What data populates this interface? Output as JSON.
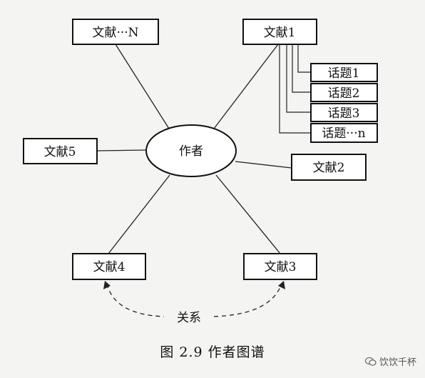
{
  "diagram": {
    "center": "作者",
    "docs": {
      "doc_n": "文献···N",
      "doc1": "文献1",
      "doc2": "文献2",
      "doc3": "文献3",
      "doc4": "文献4",
      "doc5": "文献5"
    },
    "topics": [
      "话题1",
      "话题2",
      "话题3",
      "话题···n"
    ],
    "relation": "关系"
  },
  "caption": "图 2.9   作者图谱",
  "watermark": "饮饮千杯"
}
